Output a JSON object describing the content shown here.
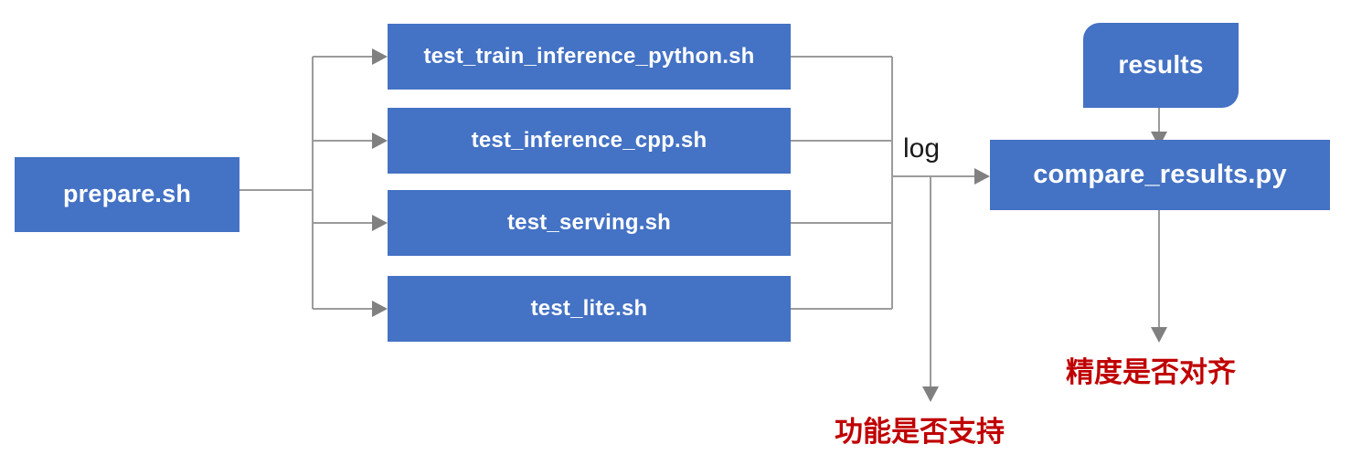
{
  "diagram": {
    "title": "PaddlePaddle TIPC test pipeline flowchart",
    "colors": {
      "node_fill": "#4472C4",
      "node_text": "#FFFFFF",
      "edge": "#9B9B9B",
      "arrowhead": "#808080",
      "note_text": "#C00000",
      "background": "#FFFFFF"
    },
    "nodes": {
      "prepare": {
        "label": "prepare.sh"
      },
      "test_train": {
        "label": "test_train_inference_python.sh"
      },
      "test_cpp": {
        "label": "test_inference_cpp.sh"
      },
      "test_serving": {
        "label": "test_serving.sh"
      },
      "test_lite": {
        "label": "test_lite.sh"
      },
      "results": {
        "label": "results"
      },
      "compare": {
        "label": "compare_results.py"
      }
    },
    "edge_labels": {
      "log": "log"
    },
    "notes": {
      "function_supported": "功能是否支持",
      "precision_aligned": "精度是否对齐"
    }
  }
}
